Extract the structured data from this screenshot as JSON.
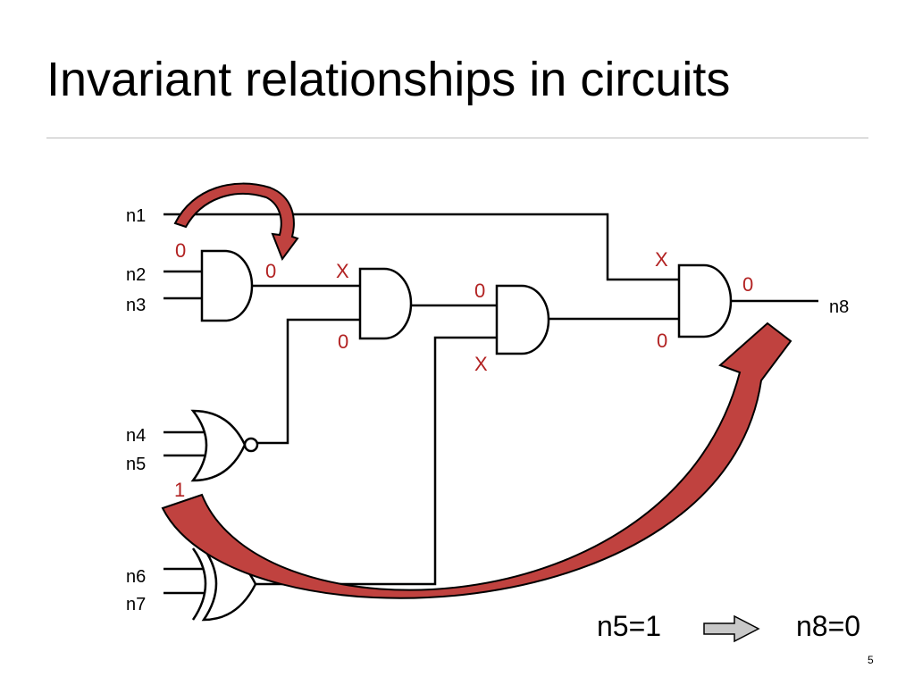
{
  "slide": {
    "title": "Invariant relationships in circuits",
    "page_number": "5"
  },
  "nets": {
    "n1": "n1",
    "n2": "n2",
    "n3": "n3",
    "n4": "n4",
    "n5": "n5",
    "n6": "n6",
    "n7": "n7",
    "n8": "n8"
  },
  "values": {
    "n1_val": "0",
    "and1_out": "0",
    "and2_in_top": "X",
    "and2_in_bot": "0",
    "and3_in_top": "0",
    "and3_in_bot": "X",
    "and4_in_top": "X",
    "and4_in_bot": "0",
    "and4_out": "0",
    "nor_in": "1"
  },
  "implication": {
    "left": "n5=1",
    "right": "n8=0"
  },
  "colors": {
    "value_red": "#b22222",
    "arrow_red": "#c0423f",
    "arrow_gray": "#c8c8c8"
  }
}
